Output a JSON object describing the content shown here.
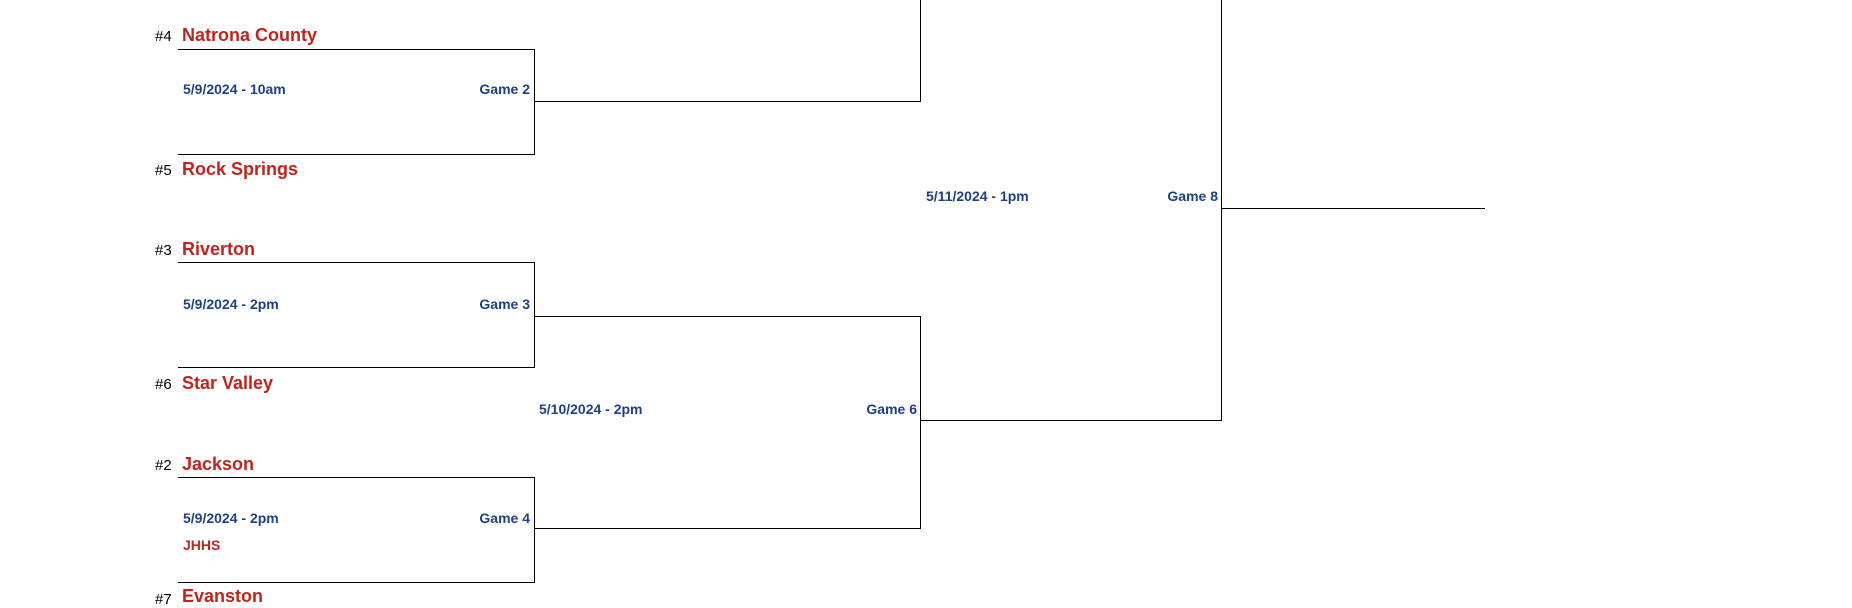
{
  "colors": {
    "team": "#c0241c",
    "info": "#1f3f86",
    "line": "#000000"
  },
  "teams": [
    {
      "seed": "#4",
      "name": "Natrona County"
    },
    {
      "seed": "#5",
      "name": "Rock Springs"
    },
    {
      "seed": "#3",
      "name": "Riverton"
    },
    {
      "seed": "#6",
      "name": "Star Valley"
    },
    {
      "seed": "#2",
      "name": "Jackson"
    },
    {
      "seed": "#7",
      "name": "Evanston"
    }
  ],
  "games": {
    "g2": {
      "date": "5/9/2024 - 10am",
      "label": "Game 2"
    },
    "g3": {
      "date": "5/9/2024 - 2pm",
      "label": "Game 3"
    },
    "g4": {
      "date": "5/9/2024 - 2pm",
      "label": "Game 4",
      "venue": "JHHS"
    },
    "g6": {
      "date": "5/10/2024 - 2pm",
      "label": "Game 6"
    },
    "g8": {
      "date": "5/11/2024 - 1pm",
      "label": "Game 8"
    }
  }
}
